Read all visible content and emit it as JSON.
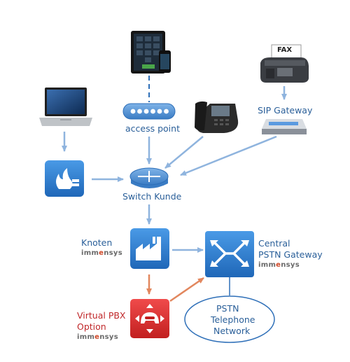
{
  "nodes": {
    "access_point": "access point",
    "sip_gateway": "SIP Gateway",
    "switch_kunde": "Switch Kunde",
    "knoten": "Knoten",
    "central_line1": "Central",
    "central_line2": "PSTN Gateway",
    "vpbx_line1": "Virtual PBX",
    "vpbx_line2": "Option",
    "pstn_line1": "PSTN",
    "pstn_line2": "Telephone",
    "pstn_line3": "Network",
    "fax_label": "FAX"
  },
  "brand": {
    "pre": "imm",
    "accent": "e",
    "post": "nsys"
  },
  "colors": {
    "arrow_blue": "#8fb4de",
    "arrow_orange": "#e2875e",
    "icon_blue": "#2e7fd1",
    "icon_red": "#d93737",
    "label_blue": "#2a5f99",
    "label_red": "#c0282a"
  }
}
